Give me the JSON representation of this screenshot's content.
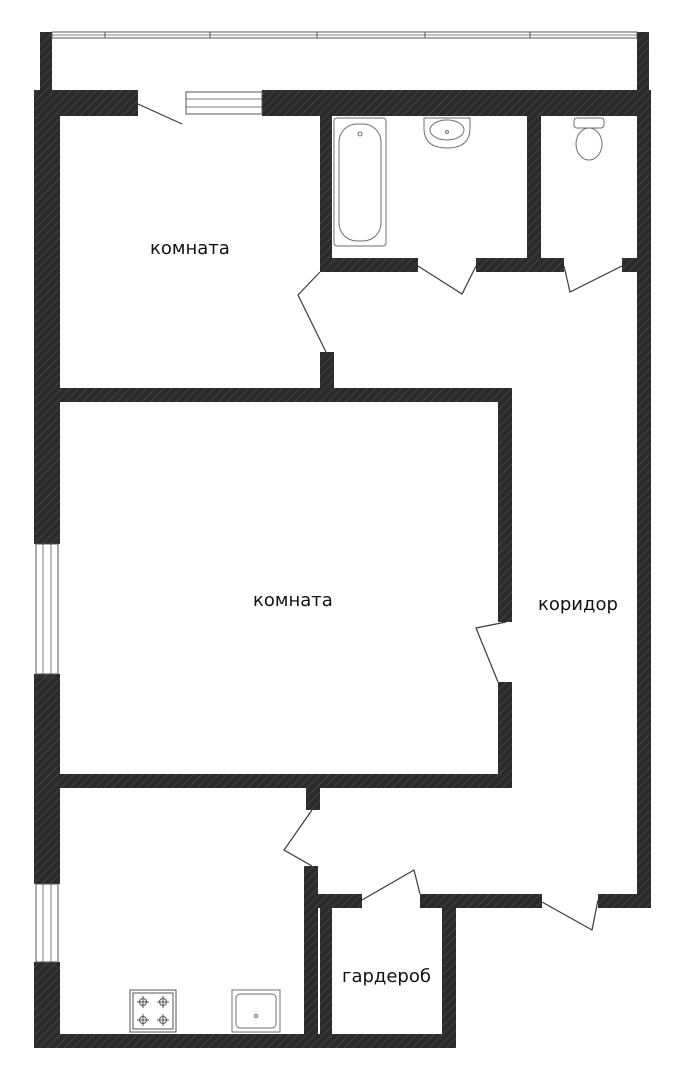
{
  "colors": {
    "wall": "#2b2b2b",
    "wall_hatch": "#4a4a4a",
    "fixture_stroke": "#6f6f6f",
    "door_stroke": "#3a3a3a",
    "background": "#ffffff"
  },
  "rooms": {
    "room_top": "комната",
    "room_middle": "комната",
    "corridor": "коридор",
    "wardrobe": "гардероб"
  },
  "fixtures": [
    "bathtub-icon",
    "sink-icon",
    "toilet-icon",
    "stove-icon",
    "kitchen-sink-icon"
  ]
}
